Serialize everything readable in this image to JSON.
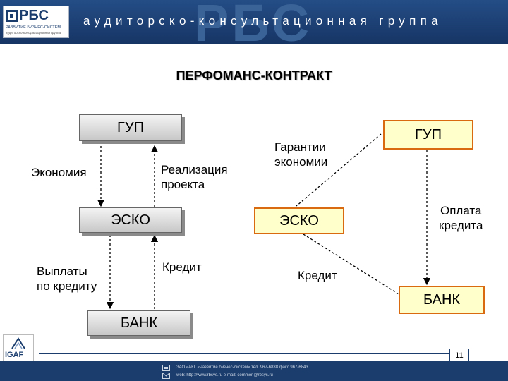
{
  "header": {
    "logo_text": "РБС",
    "logo_sub": "РАЗВИТИЕ БИЗНЕС-СИСТЕМ",
    "logo_sub2": "аудиторско-консультационная группа",
    "tagline": "аудиторско-консультационная группа",
    "watermark": "РБС"
  },
  "title": "ПЕРФОМАНС-КОНТРАКТ",
  "left_diagram": {
    "box_top": "ГУП",
    "box_middle": "ЭСКО",
    "box_bottom": "БАНК",
    "label_savings": "Экономия",
    "label_implementation_line1": "Реализация",
    "label_implementation_line2": "проекта",
    "label_payments_line1": "Выплаты",
    "label_payments_line2": "по кредиту",
    "label_credit": "Кредит"
  },
  "right_diagram": {
    "box_top": "ГУП",
    "box_middle": "ЭСКО",
    "box_bottom": "БАНК",
    "label_guarantee_line1": "Гарантии",
    "label_guarantee_line2": "экономии",
    "label_payment_line1": "Оплата",
    "label_payment_line2": "кредита",
    "label_credit": "Кредит"
  },
  "footer": {
    "igaf_text": "IGAF",
    "page_number": "11",
    "line1": "ЗАО «АКГ «Развитие бизнес-систем» тел. 967-6838 факс 967-6843",
    "line2": "web: http://www.rbsys.ru  e-mail: common@rbsys.ru"
  },
  "colors": {
    "brand_blue": "#1a3d6e",
    "box_fill_yellow": "#ffffcc",
    "box_border_orange": "#d96a0f"
  }
}
